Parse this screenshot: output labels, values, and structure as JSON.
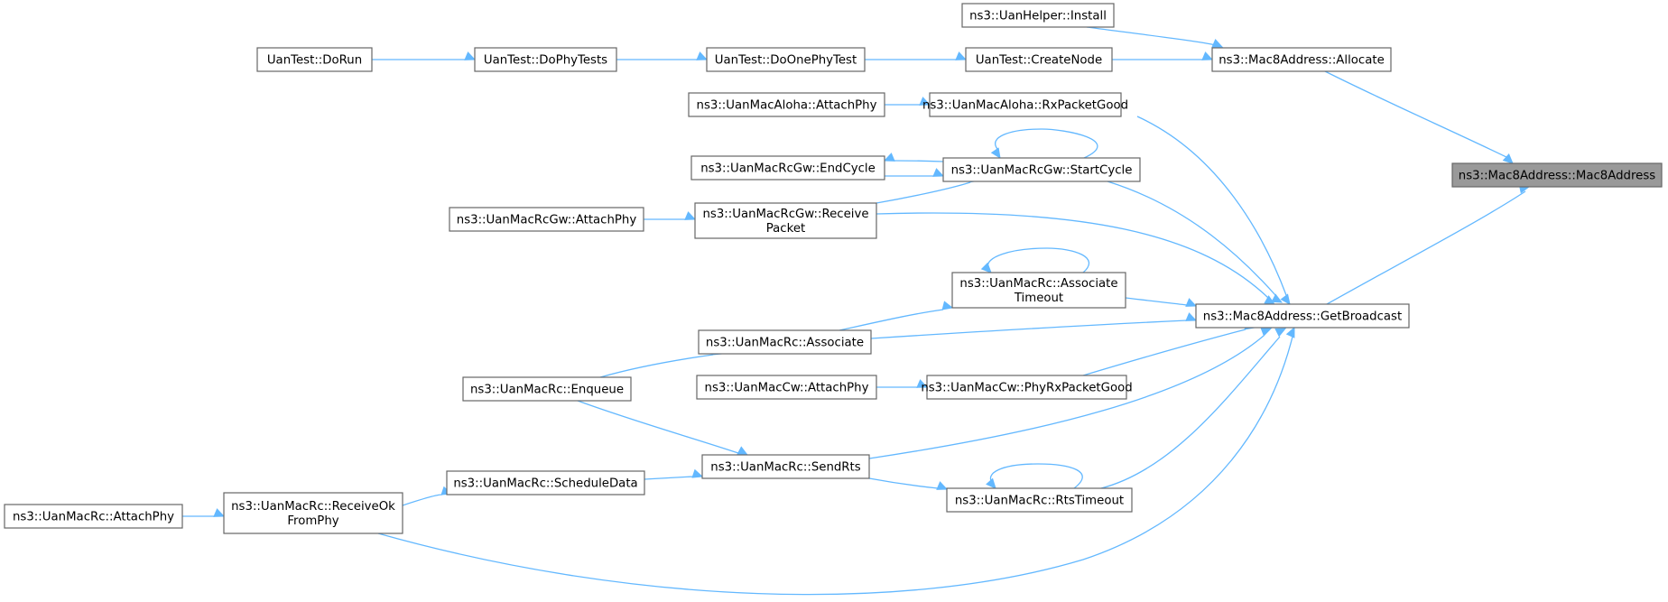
{
  "graph": {
    "nodes": {
      "mac8ctor": {
        "lines": [
          "ns3::Mac8Address::Mac8Address"
        ]
      },
      "allocate": {
        "lines": [
          "ns3::Mac8Address::Allocate"
        ]
      },
      "getbcast": {
        "lines": [
          "ns3::Mac8Address::GetBroadcast"
        ]
      },
      "helperInst": {
        "lines": [
          "ns3::UanHelper::Install"
        ]
      },
      "createNode": {
        "lines": [
          "UanTest::CreateNode"
        ]
      },
      "doOnePhy": {
        "lines": [
          "UanTest::DoOnePhyTest"
        ]
      },
      "doPhyTests": {
        "lines": [
          "UanTest::DoPhyTests"
        ]
      },
      "doRun": {
        "lines": [
          "UanTest::DoRun"
        ]
      },
      "alohaRx": {
        "lines": [
          "ns3::UanMacAloha::RxPacketGood"
        ]
      },
      "alohaAttach": {
        "lines": [
          "ns3::UanMacAloha::AttachPhy"
        ]
      },
      "gwStart": {
        "lines": [
          "ns3::UanMacRcGw::StartCycle"
        ]
      },
      "gwEnd": {
        "lines": [
          "ns3::UanMacRcGw::EndCycle"
        ]
      },
      "gwRecv": {
        "lines": [
          "ns3::UanMacRcGw::Receive",
          "Packet"
        ]
      },
      "gwAttach": {
        "lines": [
          "ns3::UanMacRcGw::AttachPhy"
        ]
      },
      "rcAssocTo": {
        "lines": [
          "ns3::UanMacRc::Associate",
          "Timeout"
        ]
      },
      "rcAssoc": {
        "lines": [
          "ns3::UanMacRc::Associate"
        ]
      },
      "rcEnqueue": {
        "lines": [
          "ns3::UanMacRc::Enqueue"
        ]
      },
      "cwRx": {
        "lines": [
          "ns3::UanMacCw::PhyRxPacketGood"
        ]
      },
      "cwAttach": {
        "lines": [
          "ns3::UanMacCw::AttachPhy"
        ]
      },
      "rcSendRts": {
        "lines": [
          "ns3::UanMacRc::SendRts"
        ]
      },
      "rcSched": {
        "lines": [
          "ns3::UanMacRc::ScheduleData"
        ]
      },
      "rcRtsTo": {
        "lines": [
          "ns3::UanMacRc::RtsTimeout"
        ]
      },
      "rcRecvOk": {
        "lines": [
          "ns3::UanMacRc::ReceiveOk",
          "FromPhy"
        ]
      },
      "rcAttach": {
        "lines": [
          "ns3::UanMacRc::AttachPhy"
        ]
      }
    },
    "root": "mac8ctor",
    "edges": [
      [
        "allocate",
        "mac8ctor"
      ],
      [
        "getbcast",
        "mac8ctor"
      ],
      [
        "helperInst",
        "allocate"
      ],
      [
        "createNode",
        "allocate"
      ],
      [
        "doOnePhy",
        "createNode"
      ],
      [
        "doPhyTests",
        "doOnePhy"
      ],
      [
        "doRun",
        "doPhyTests"
      ],
      [
        "alohaRx",
        "getbcast"
      ],
      [
        "alohaAttach",
        "alohaRx"
      ],
      [
        "gwStart",
        "getbcast"
      ],
      [
        "gwStart",
        "gwEnd"
      ],
      [
        "gwStart",
        "gwStart"
      ],
      [
        "gwEnd",
        "gwStart"
      ],
      [
        "gwRecv",
        "gwStart"
      ],
      [
        "gwRecv",
        "getbcast"
      ],
      [
        "gwAttach",
        "gwRecv"
      ],
      [
        "rcAssocTo",
        "getbcast"
      ],
      [
        "rcAssocTo",
        "rcAssocTo"
      ],
      [
        "rcAssoc",
        "rcAssocTo"
      ],
      [
        "rcAssoc",
        "getbcast"
      ],
      [
        "rcEnqueue",
        "rcAssoc"
      ],
      [
        "rcEnqueue",
        "rcSendRts"
      ],
      [
        "cwRx",
        "getbcast"
      ],
      [
        "cwAttach",
        "cwRx"
      ],
      [
        "rcSendRts",
        "getbcast"
      ],
      [
        "rcSendRts",
        "rcRtsTo"
      ],
      [
        "rcRtsTo",
        "getbcast"
      ],
      [
        "rcRtsTo",
        "rcRtsTo"
      ],
      [
        "rcSched",
        "rcSendRts"
      ],
      [
        "rcRecvOk",
        "rcSched"
      ],
      [
        "rcRecvOk",
        "getbcast"
      ],
      [
        "rcAttach",
        "rcRecvOk"
      ]
    ]
  }
}
